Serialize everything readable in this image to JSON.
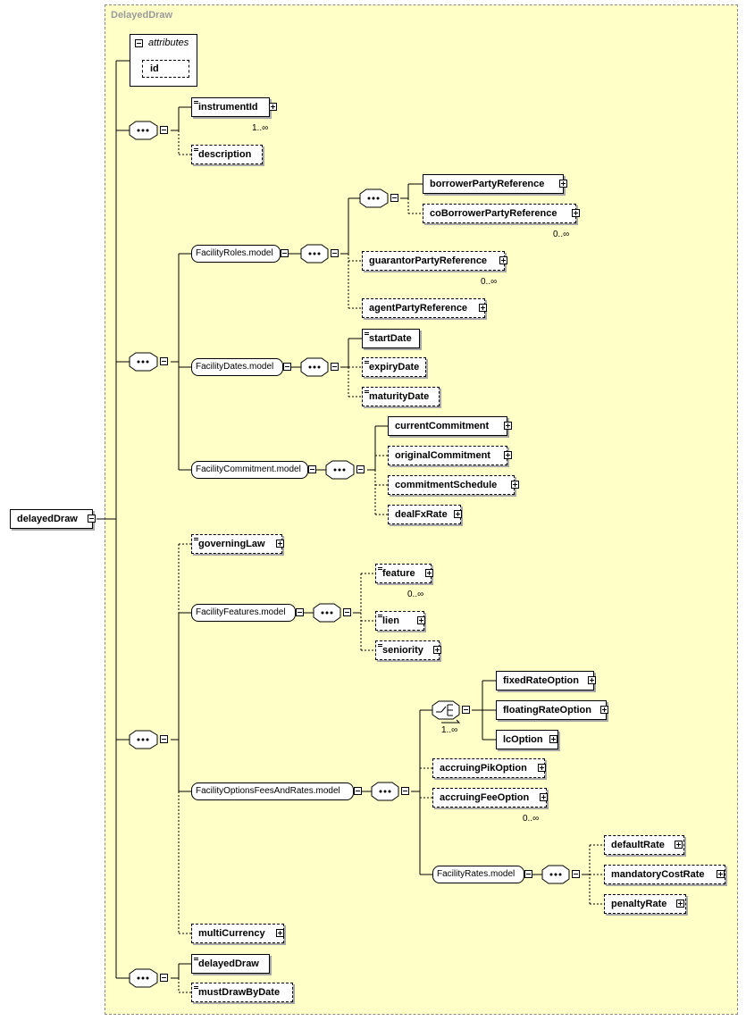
{
  "frame_title": "DelayedDraw",
  "root": "delayedDraw",
  "attributes": {
    "title": "attributes",
    "items": [
      "id"
    ]
  },
  "elements": {
    "instrumentId": "instrumentId",
    "description": "description",
    "borrowerPartyReference": "borrowerPartyReference",
    "coBorrowerPartyReference": "coBorrowerPartyReference",
    "guarantorPartyReference": "guarantorPartyReference",
    "agentPartyReference": "agentPartyReference",
    "startDate": "startDate",
    "expiryDate": "expiryDate",
    "maturityDate": "maturityDate",
    "currentCommitment": "currentCommitment",
    "originalCommitment": "originalCommitment",
    "commitmentSchedule": "commitmentSchedule",
    "dealFxRate": "dealFxRate",
    "governingLaw": "governingLaw",
    "feature": "feature",
    "lien": "lien",
    "seniority": "seniority",
    "fixedRateOption": "fixedRateOption",
    "floatingRateOption": "floatingRateOption",
    "lcOption": "lcOption",
    "accruingPikOption": "accruingPikOption",
    "accruingFeeOption": "accruingFeeOption",
    "defaultRate": "defaultRate",
    "mandatoryCostRate": "mandatoryCostRate",
    "penaltyRate": "penaltyRate",
    "multiCurrency": "multiCurrency",
    "delayedDraw": "delayedDraw",
    "mustDrawByDate": "mustDrawByDate"
  },
  "groups": {
    "FacilityRoles": "FacilityRoles.model",
    "FacilityDates": "FacilityDates.model",
    "FacilityCommitment": "FacilityCommitment.model",
    "FacilityFeatures": "FacilityFeatures.model",
    "FacilityOptionsFeesAndRates": "FacilityOptionsFeesAndRates.model",
    "FacilityRates": "FacilityRates.model"
  },
  "multiplicities": {
    "one_many": "1..∞",
    "zero_many": "0..∞"
  }
}
